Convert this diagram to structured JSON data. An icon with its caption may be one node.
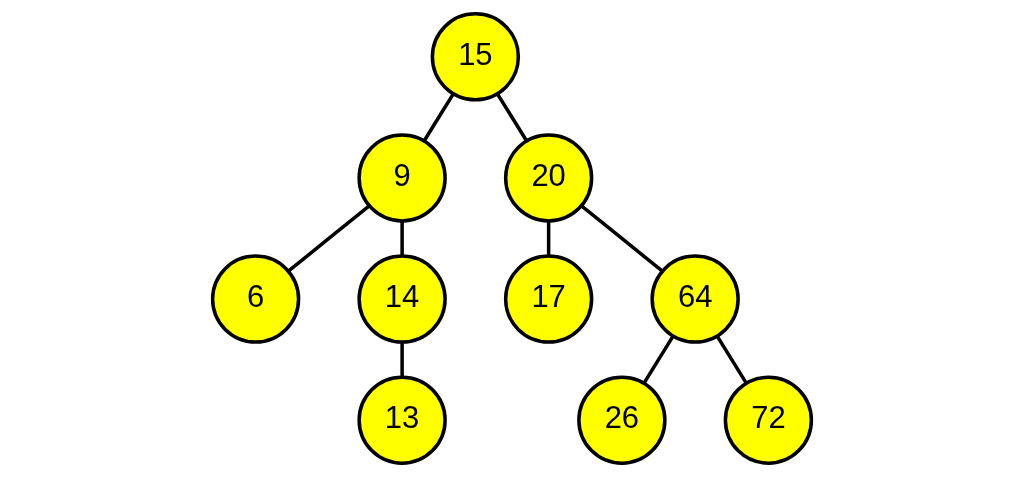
{
  "diagram": {
    "nodes": [
      {
        "text": [
          "15"
        ]
      },
      {
        "text": [
          "9"
        ]
      },
      {
        "text": [
          "20"
        ]
      },
      {
        "text": [
          "6"
        ]
      },
      {
        "text": [
          "14"
        ]
      },
      {
        "text": [
          "17"
        ]
      },
      {
        "text": [
          "64"
        ]
      },
      {
        "text": [
          "13"
        ]
      },
      {
        "text": [
          "26"
        ]
      },
      {
        "text": [
          "72"
        ]
      }
    ],
    "edges": [
      {
        "from": 0,
        "to": 1,
        "arrow": "none"
      },
      {
        "from": 0,
        "to": 2,
        "arrow": "none"
      },
      {
        "from": 1,
        "to": 3,
        "arrow": "none"
      },
      {
        "from": 1,
        "to": 4,
        "arrow": "none"
      },
      {
        "from": 2,
        "to": 5,
        "arrow": "none"
      },
      {
        "from": 2,
        "to": 6,
        "arrow": "none"
      },
      {
        "from": 4,
        "to": 7,
        "arrow": "none"
      },
      {
        "from": 6,
        "to": 8,
        "arrow": "none"
      },
      {
        "from": 6,
        "to": 9,
        "arrow": "none"
      }
    ]
  }
}
